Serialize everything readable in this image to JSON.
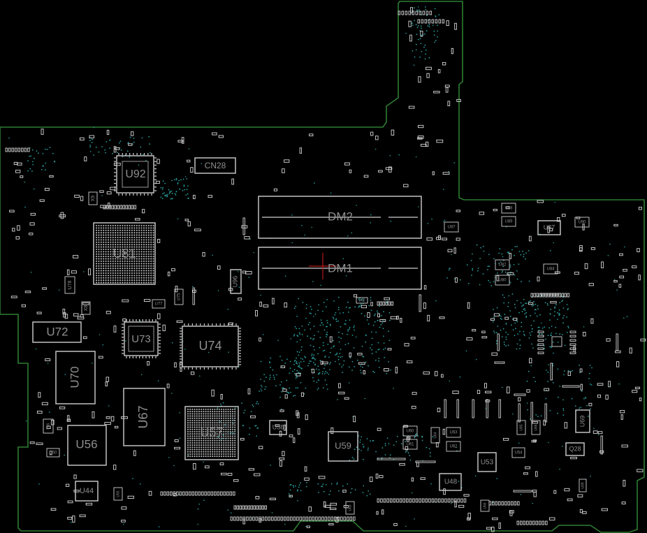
{
  "board": {
    "colors": {
      "background": "#000000",
      "outline": "#2e7d32",
      "silkscreen": "#cfcfcf",
      "label": "#8f8f8f",
      "via": "#2a9d9d",
      "marker": "#b71c1c"
    }
  },
  "components": [
    {
      "id": "DM2",
      "label": "DM2"
    },
    {
      "id": "DM1",
      "label": "DM1"
    },
    {
      "id": "CN28",
      "label": "CN28"
    },
    {
      "id": "U92",
      "label": "U92"
    },
    {
      "id": "U81",
      "label": "U81"
    },
    {
      "id": "U72",
      "label": "U72"
    },
    {
      "id": "U73",
      "label": "U73"
    },
    {
      "id": "U74",
      "label": "U74"
    },
    {
      "id": "U70",
      "label": "U70"
    },
    {
      "id": "U67",
      "label": "U67"
    },
    {
      "id": "U57",
      "label": "U57"
    },
    {
      "id": "U56",
      "label": "U56"
    },
    {
      "id": "U44",
      "label": "U44"
    },
    {
      "id": "U59",
      "label": "U59"
    },
    {
      "id": "U58",
      "label": "U58"
    },
    {
      "id": "U53",
      "label": "U53"
    },
    {
      "id": "U48",
      "label": "U48"
    },
    {
      "id": "U69",
      "label": "U69"
    },
    {
      "id": "Q28",
      "label": "Q28"
    },
    {
      "id": "U87",
      "label": "U87"
    },
    {
      "id": "U96",
      "label": "U96"
    },
    {
      "id": "U78",
      "label": "U78"
    },
    {
      "id": "X8",
      "label": "X8"
    },
    {
      "id": "X9",
      "label": "X9"
    },
    {
      "id": "U77",
      "label": "U77"
    },
    {
      "id": "U75",
      "label": "U75"
    },
    {
      "id": "U50",
      "label": "U50"
    },
    {
      "id": "U88",
      "label": "U88"
    },
    {
      "id": "U89",
      "label": "U89"
    },
    {
      "id": "U90",
      "label": "U90"
    },
    {
      "id": "U82",
      "label": "U82"
    },
    {
      "id": "U84",
      "label": "U84"
    },
    {
      "id": "U80",
      "label": "U80"
    },
    {
      "id": "U87b",
      "label": "U87"
    },
    {
      "id": "U60",
      "label": "U60"
    },
    {
      "id": "U61",
      "label": "U61"
    },
    {
      "id": "U62",
      "label": "U62"
    },
    {
      "id": "U63",
      "label": "U63"
    },
    {
      "id": "U54",
      "label": "U54"
    },
    {
      "id": "U85",
      "label": "U85"
    },
    {
      "id": "U86",
      "label": "U86"
    },
    {
      "id": "U49",
      "label": "U49"
    },
    {
      "id": "U55",
      "label": "U55"
    },
    {
      "id": "U52",
      "label": "U52"
    },
    {
      "id": "U65",
      "label": "U65"
    },
    {
      "id": "U68",
      "label": "U68"
    },
    {
      "id": "U66",
      "label": "U66"
    },
    {
      "id": "U64",
      "label": "U64"
    }
  ]
}
